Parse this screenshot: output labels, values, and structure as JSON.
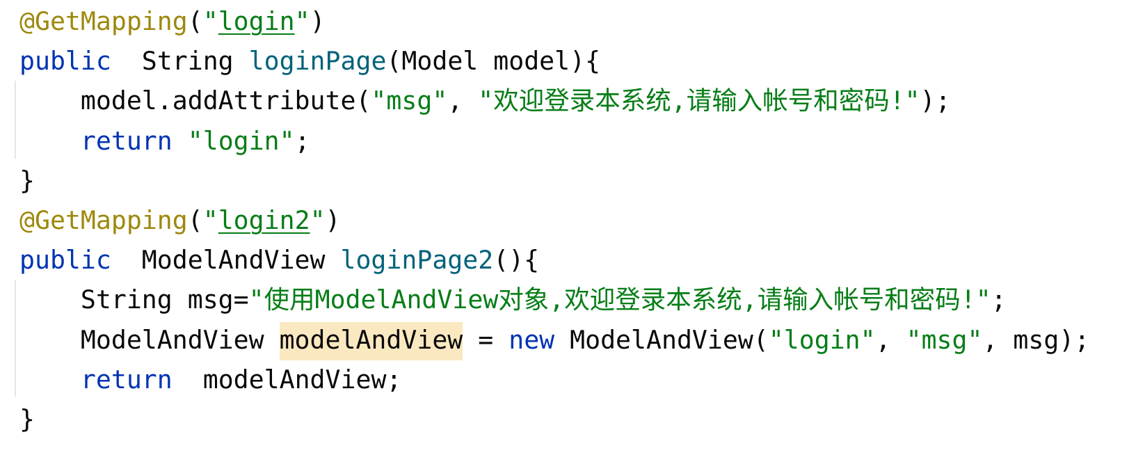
{
  "editor": {
    "lines": [
      {
        "id": "line-1",
        "tokens": [
          {
            "t": "annotation",
            "v": "@GetMapping"
          },
          {
            "t": "plain",
            "v": "("
          },
          {
            "t": "string",
            "v": "\""
          },
          {
            "t": "string ul",
            "v": "login"
          },
          {
            "t": "string",
            "v": "\""
          },
          {
            "t": "plain",
            "v": ")"
          }
        ]
      },
      {
        "id": "line-2",
        "tokens": [
          {
            "t": "keyword",
            "v": "public"
          },
          {
            "t": "plain",
            "v": "  String "
          },
          {
            "t": "method",
            "v": "loginPage"
          },
          {
            "t": "plain",
            "v": "(Model model){"
          }
        ]
      },
      {
        "id": "line-3",
        "tokens": [
          {
            "t": "plain",
            "v": "    model.addAttribute("
          },
          {
            "t": "string",
            "v": "\"msg\""
          },
          {
            "t": "plain",
            "v": ", "
          },
          {
            "t": "string",
            "v": "\"欢迎登录本系统,请输入帐号和密码!\""
          },
          {
            "t": "plain",
            "v": ");"
          }
        ]
      },
      {
        "id": "line-4",
        "tokens": [
          {
            "t": "plain",
            "v": "    "
          },
          {
            "t": "keyword",
            "v": "return"
          },
          {
            "t": "plain",
            "v": " "
          },
          {
            "t": "string",
            "v": "\"login\""
          },
          {
            "t": "plain",
            "v": ";"
          }
        ]
      },
      {
        "id": "line-5",
        "tokens": [
          {
            "t": "plain",
            "v": "}"
          }
        ]
      },
      {
        "id": "line-6",
        "tokens": [
          {
            "t": "annotation",
            "v": "@GetMapping"
          },
          {
            "t": "plain",
            "v": "("
          },
          {
            "t": "string",
            "v": "\""
          },
          {
            "t": "string ul",
            "v": "login2"
          },
          {
            "t": "string",
            "v": "\""
          },
          {
            "t": "plain",
            "v": ")"
          }
        ]
      },
      {
        "id": "line-7",
        "tokens": [
          {
            "t": "keyword",
            "v": "public"
          },
          {
            "t": "plain",
            "v": "  ModelAndView "
          },
          {
            "t": "method",
            "v": "loginPage2"
          },
          {
            "t": "plain",
            "v": "(){"
          }
        ]
      },
      {
        "id": "line-8",
        "tokens": [
          {
            "t": "plain",
            "v": "    String msg="
          },
          {
            "t": "string",
            "v": "\"使用ModelAndView对象,欢迎登录本系统,请输入帐号和密码!\""
          },
          {
            "t": "plain",
            "v": ";"
          }
        ]
      },
      {
        "id": "line-9",
        "tokens": [
          {
            "t": "plain",
            "v": "    ModelAndView "
          },
          {
            "t": "plain hl",
            "v": "modelAndView"
          },
          {
            "t": "plain",
            "v": " = "
          },
          {
            "t": "keyword",
            "v": "new"
          },
          {
            "t": "plain",
            "v": " ModelAndView("
          },
          {
            "t": "string",
            "v": "\"login\""
          },
          {
            "t": "plain",
            "v": ", "
          },
          {
            "t": "string",
            "v": "\"msg\""
          },
          {
            "t": "plain",
            "v": ", msg);"
          }
        ]
      },
      {
        "id": "line-10",
        "tokens": [
          {
            "t": "plain",
            "v": "    "
          },
          {
            "t": "keyword",
            "v": "return"
          },
          {
            "t": "plain",
            "v": "  modelAndView;"
          }
        ]
      },
      {
        "id": "line-11",
        "tokens": [
          {
            "t": "plain",
            "v": "}"
          }
        ]
      }
    ]
  },
  "colors": {
    "background": "#ffffff",
    "annotation": "#9e880d",
    "keyword": "#0033b3",
    "method": "#00627a",
    "string": "#067d17",
    "default_text": "#080808",
    "identifier_highlight": "#f9e8c0",
    "indent_guide": "#e6e6e6"
  }
}
